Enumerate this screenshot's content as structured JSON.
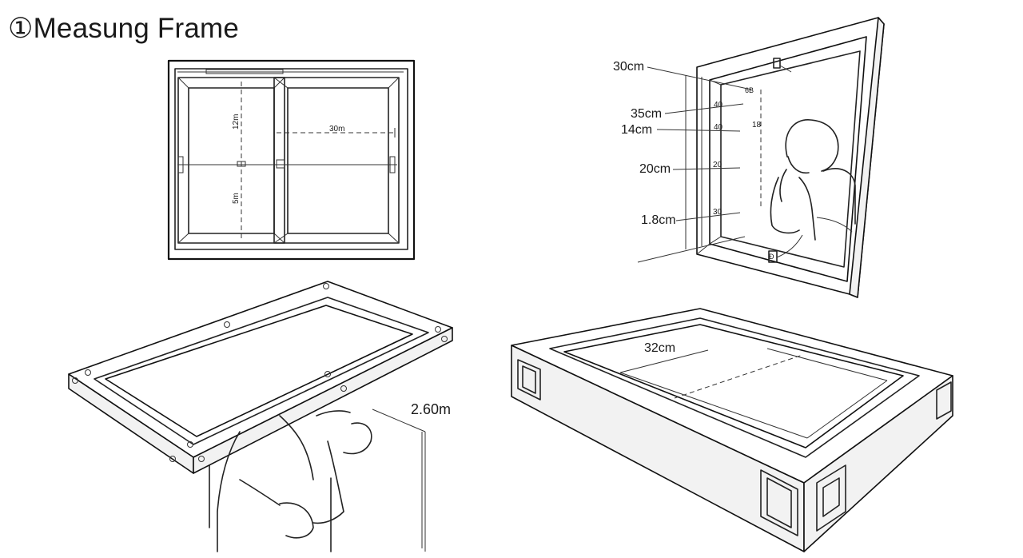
{
  "title": "①Measung Frame",
  "panel_top_left": {
    "measure_vertical_top": "12m",
    "measure_horizontal": "30m",
    "measure_vertical_bottom": "5m"
  },
  "panel_top_right": {
    "labels": [
      "30cm",
      "35cm",
      "14cm",
      "20cm",
      "1.8cm"
    ],
    "scale_marks": [
      "6B",
      "40",
      "40",
      "20",
      "30"
    ],
    "side_mark": "18",
    "hinge_mark": "Ð"
  },
  "panel_bottom_left": {
    "height_label": "2.60m"
  },
  "panel_bottom_right": {
    "width_label": "32cm"
  }
}
